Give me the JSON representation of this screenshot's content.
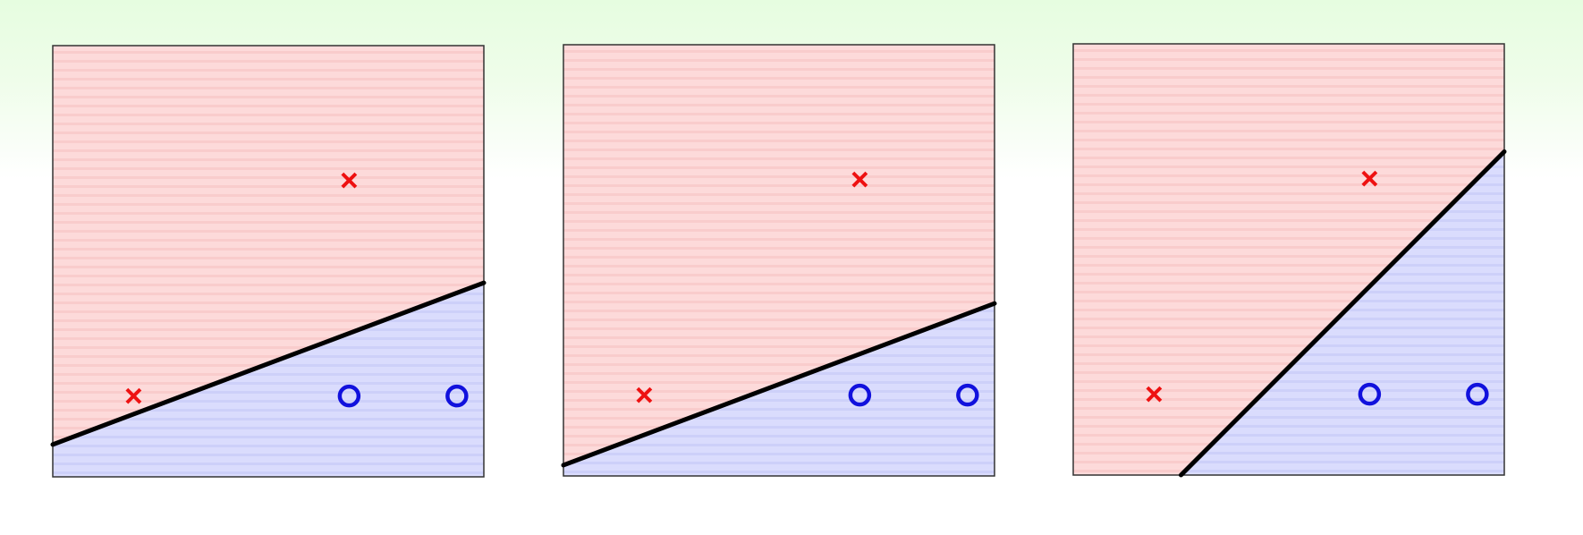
{
  "colors": {
    "region_x": "#fddada",
    "region_o": "#dadcfd",
    "region_x_stripe": "#f9cccc",
    "region_o_stripe": "#cdd0f9",
    "boundary": "#000000",
    "panel_border": "#333333",
    "x_marker": "#ee1111",
    "o_marker": "#1111dd"
  },
  "chart_data": [
    {
      "type": "scatter",
      "xlim": [
        0,
        4
      ],
      "ylim": [
        0,
        4
      ],
      "points": [
        {
          "x": 2.75,
          "y": 2.75,
          "class": "x"
        },
        {
          "x": 0.75,
          "y": 0.75,
          "class": "x"
        },
        {
          "x": 2.75,
          "y": 0.75,
          "class": "o"
        },
        {
          "x": 3.75,
          "y": 0.75,
          "class": "o"
        }
      ],
      "boundary": {
        "from": [
          0,
          0.3
        ],
        "to": [
          4,
          1.8
        ]
      }
    },
    {
      "type": "scatter",
      "xlim": [
        0,
        4
      ],
      "ylim": [
        0,
        4
      ],
      "points": [
        {
          "x": 2.75,
          "y": 2.75,
          "class": "x"
        },
        {
          "x": 0.75,
          "y": 0.75,
          "class": "x"
        },
        {
          "x": 2.75,
          "y": 0.75,
          "class": "o"
        },
        {
          "x": 3.75,
          "y": 0.75,
          "class": "o"
        }
      ],
      "boundary": {
        "from": [
          0,
          0.1
        ],
        "to": [
          4,
          1.6
        ]
      }
    },
    {
      "type": "scatter",
      "xlim": [
        0,
        4
      ],
      "ylim": [
        0,
        4
      ],
      "points": [
        {
          "x": 2.75,
          "y": 2.75,
          "class": "x"
        },
        {
          "x": 0.75,
          "y": 0.75,
          "class": "x"
        },
        {
          "x": 2.75,
          "y": 0.75,
          "class": "o"
        },
        {
          "x": 3.75,
          "y": 0.75,
          "class": "o"
        }
      ],
      "boundary": {
        "from": [
          1,
          0
        ],
        "to": [
          4,
          3
        ]
      }
    }
  ]
}
